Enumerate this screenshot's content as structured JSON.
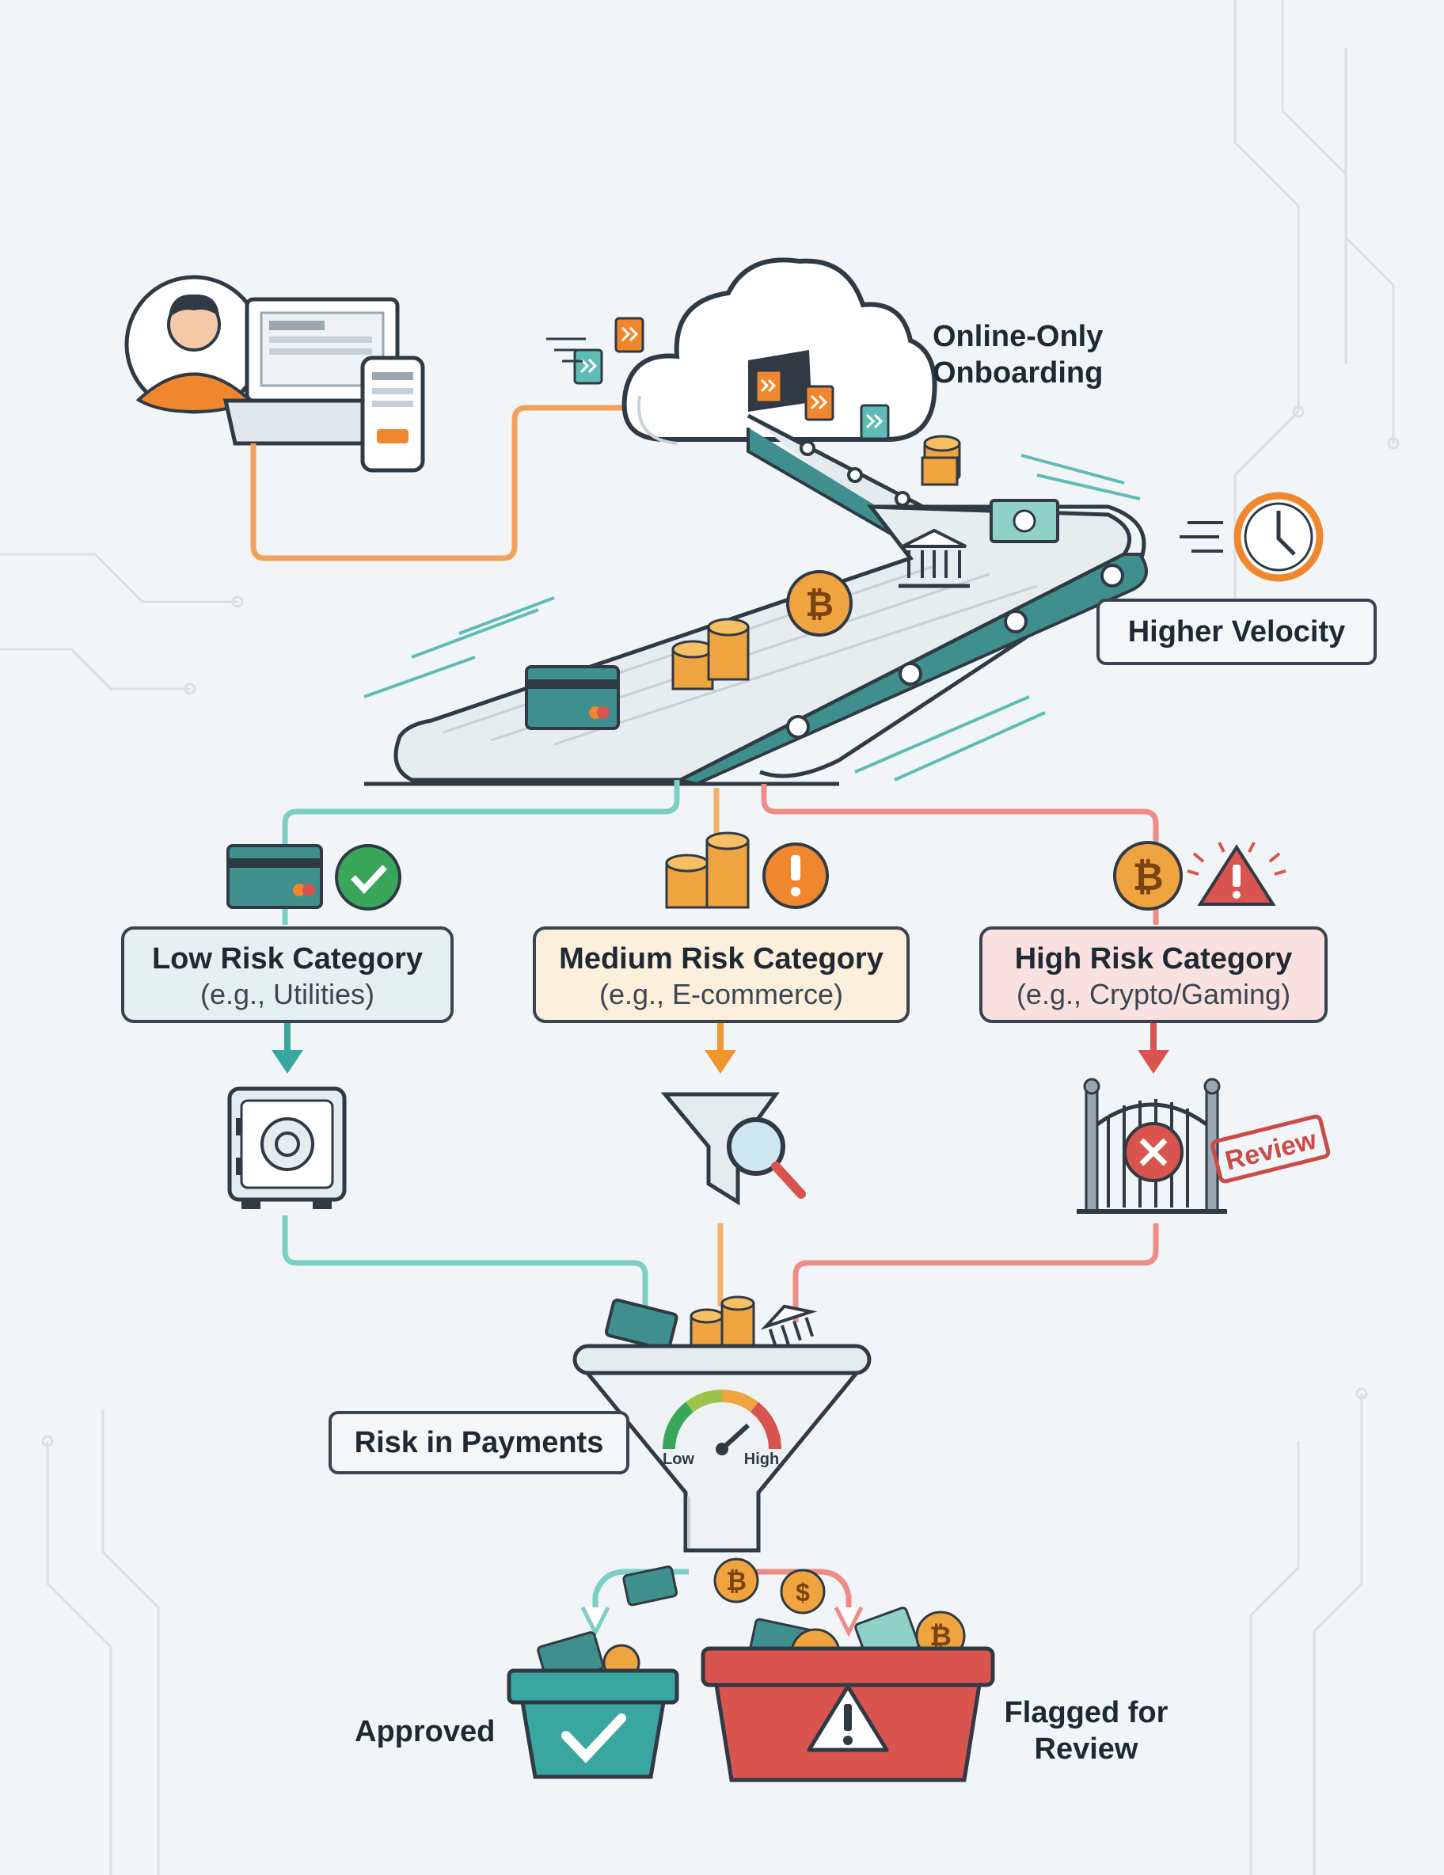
{
  "stages": {
    "onboarding": "Online-Only\nOnboarding",
    "velocity": "Higher Velocity"
  },
  "categories": [
    {
      "title": "Low Risk Category",
      "example": "(e.g., Utilities)",
      "color": "#3aa6a0",
      "fill": "#e3f2f0"
    },
    {
      "title": "Medium Risk Category",
      "example": "(e.g., E-commerce)",
      "color": "#f0962e",
      "fill": "#fcefdc"
    },
    {
      "title": "High Risk Category",
      "example": "(e.g., Crypto/Gaming)",
      "color": "#d9534f",
      "fill": "#f9e1e0"
    }
  ],
  "stamp": "Review",
  "funnel": {
    "label": "Risk in Payments",
    "gauge_low": "Low",
    "gauge_high": "High"
  },
  "outcomes": {
    "approved": "Approved",
    "flagged": "Flagged for\nReview"
  },
  "colors": {
    "teal": "#2f8f8a",
    "orange": "#f0962e",
    "red": "#d9534f",
    "outline": "#2f3a45"
  }
}
